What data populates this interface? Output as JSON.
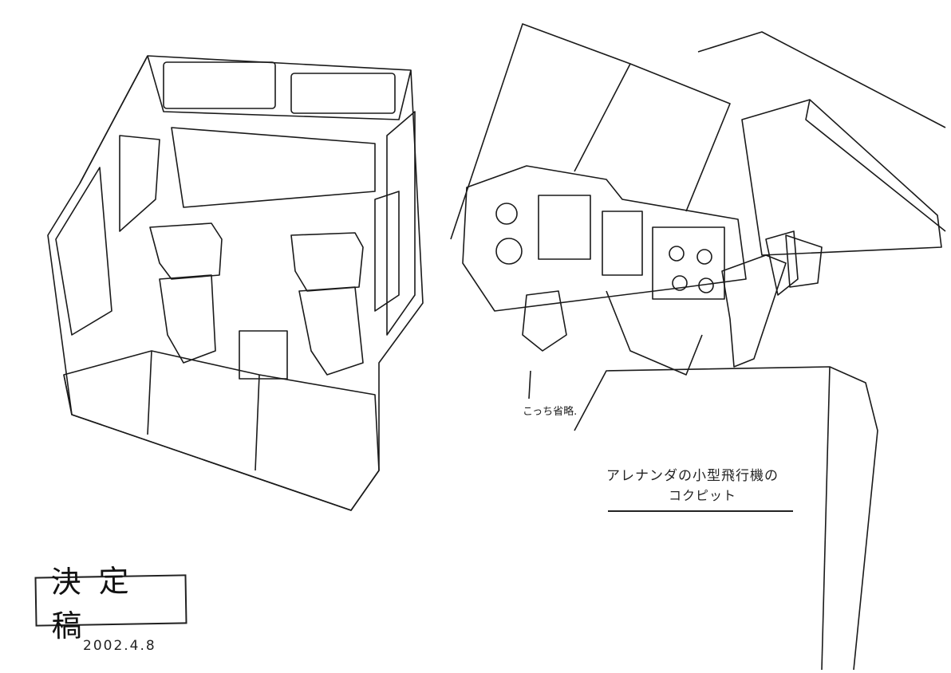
{
  "annotations": {
    "omitted_note": "こっち省略.",
    "title_line1": "アレナンダの小型飛行機の",
    "title_line2": "コクピット"
  },
  "stamp": {
    "label": "決定稿",
    "date": "2002.4.8"
  }
}
